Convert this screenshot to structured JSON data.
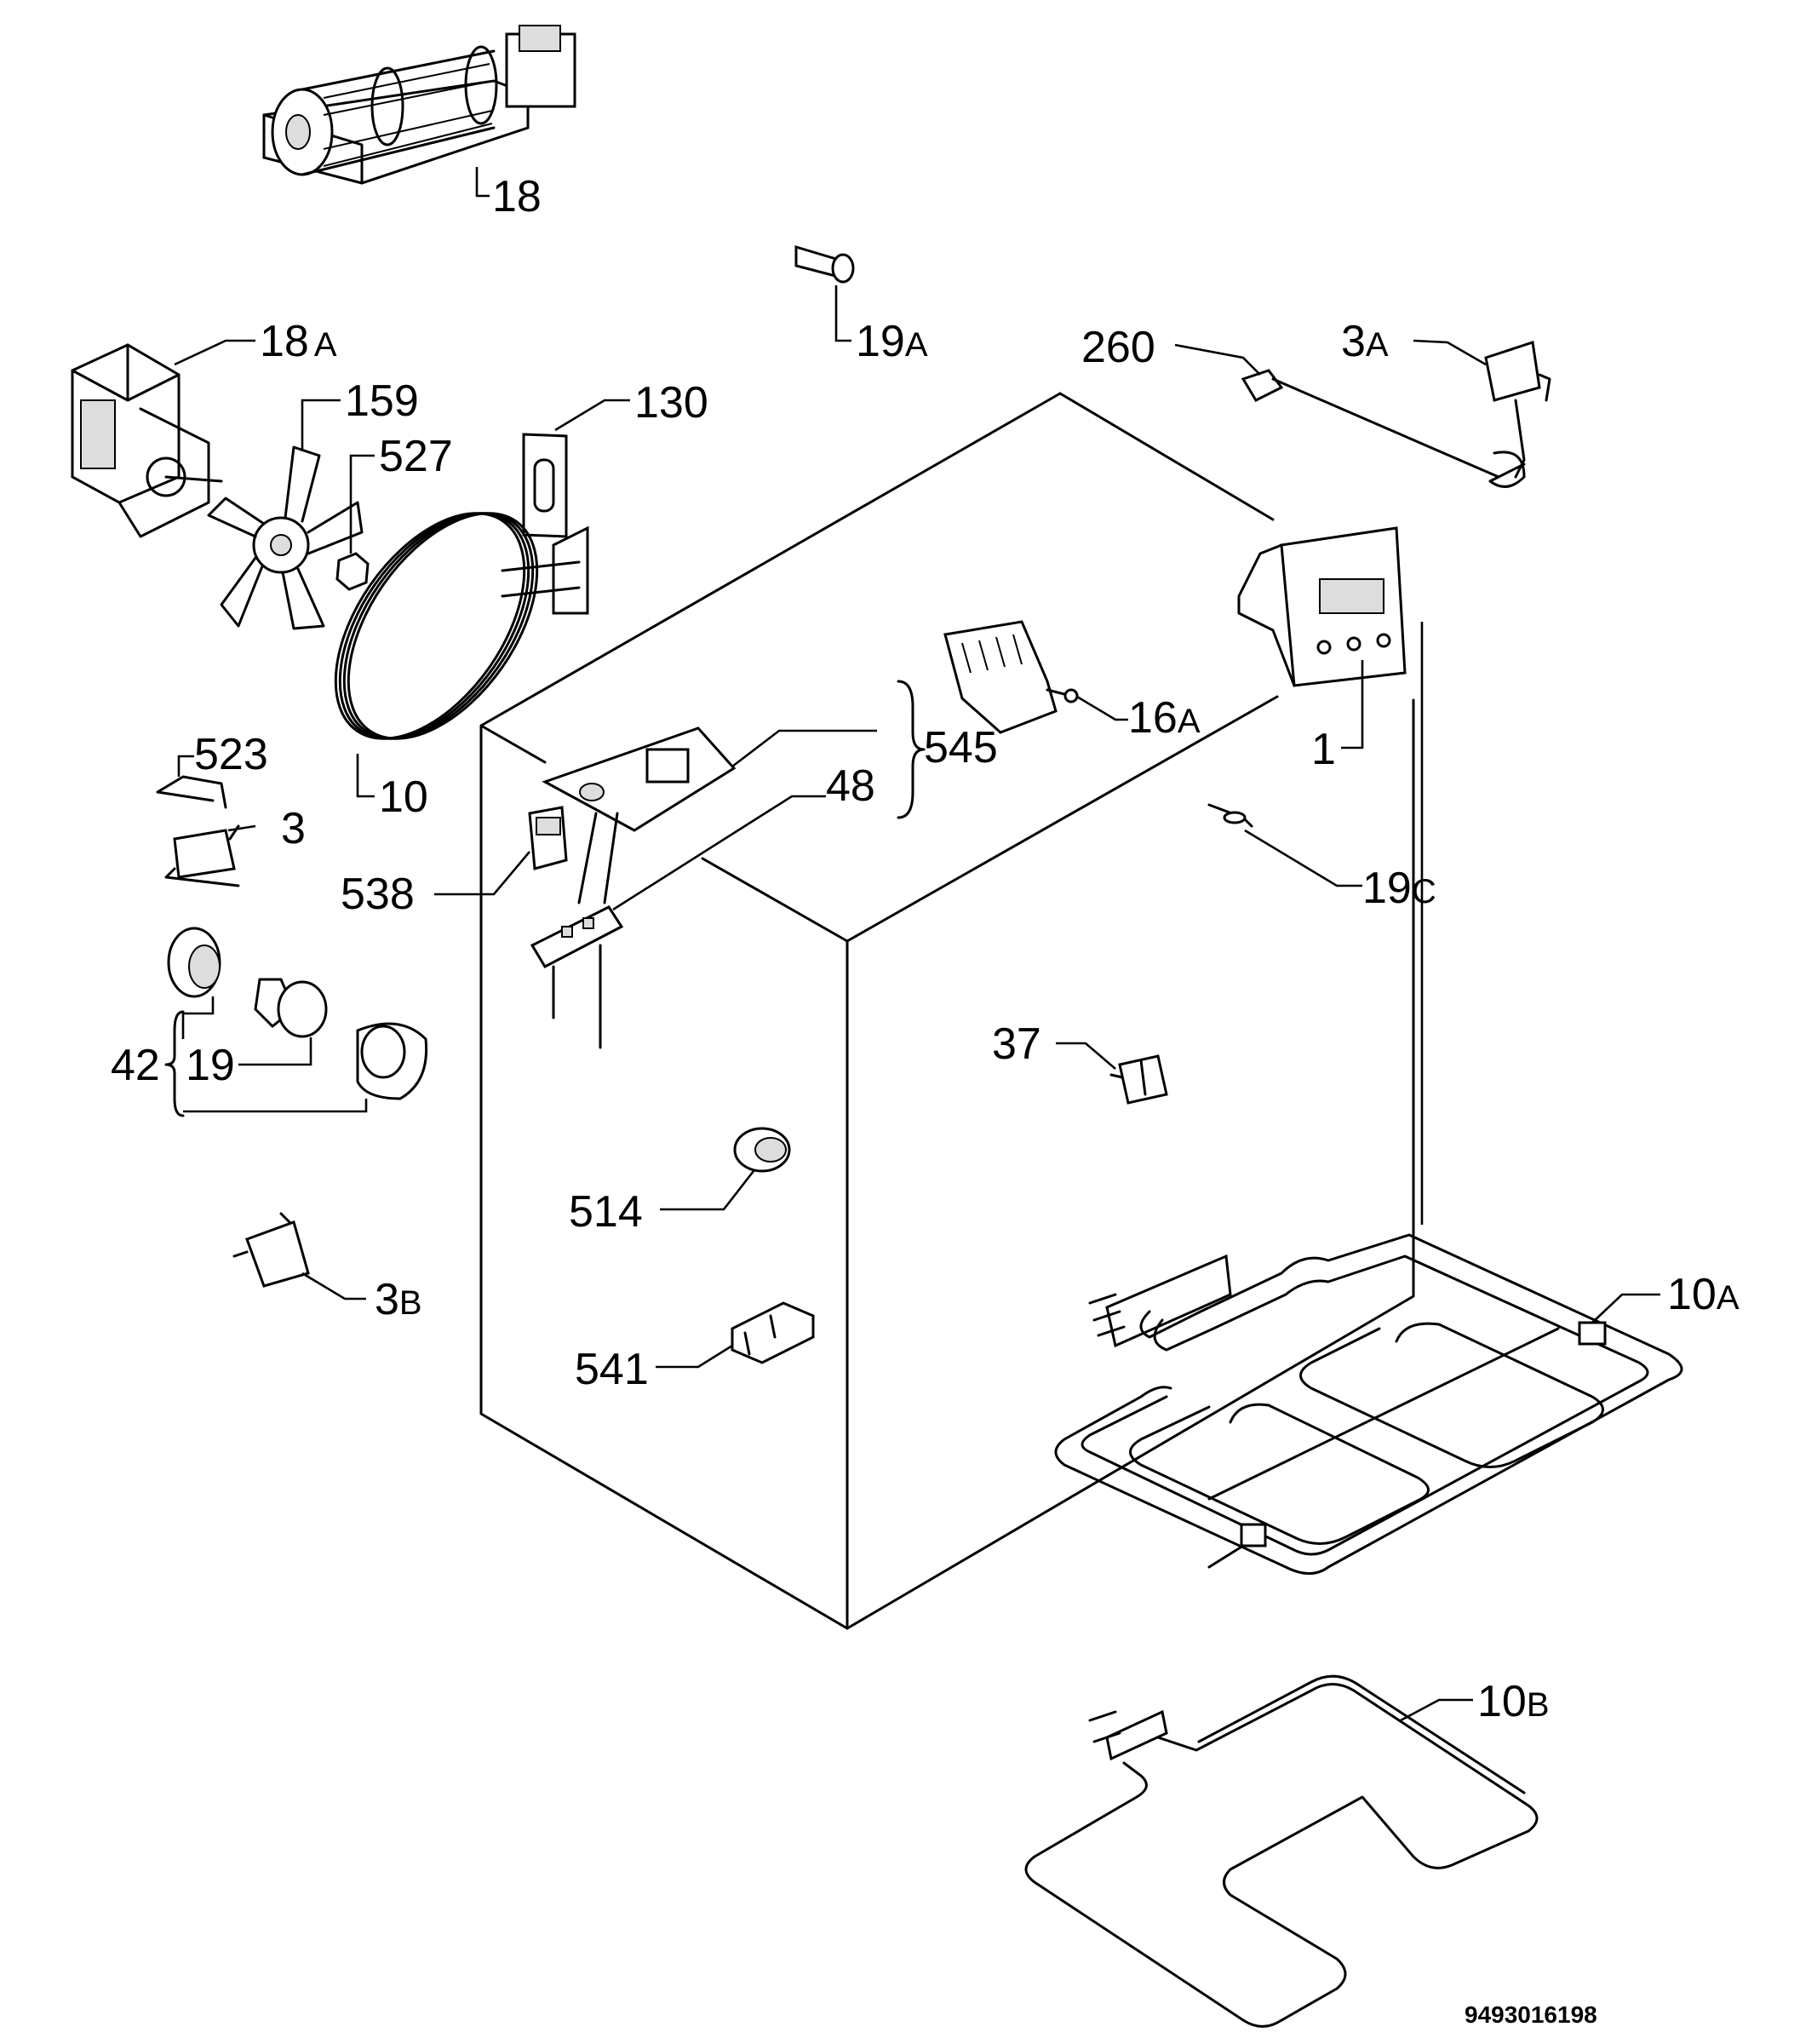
{
  "labels": {
    "p18": {
      "num": "18",
      "suf": ""
    },
    "p19a": {
      "num": "19",
      "suf": "A"
    },
    "p18a": {
      "num": "18",
      "suf": "A"
    },
    "p159": {
      "num": "159",
      "suf": ""
    },
    "p130": {
      "num": "130",
      "suf": ""
    },
    "p527": {
      "num": "527",
      "suf": ""
    },
    "p260": {
      "num": "260",
      "suf": ""
    },
    "p3a": {
      "num": "3",
      "suf": "A"
    },
    "p523": {
      "num": "523",
      "suf": ""
    },
    "p3": {
      "num": "3",
      "suf": ""
    },
    "p10": {
      "num": "10",
      "suf": ""
    },
    "p545": {
      "num": "545",
      "suf": ""
    },
    "p16a": {
      "num": "16",
      "suf": "A"
    },
    "p1": {
      "num": "1",
      "suf": ""
    },
    "p48": {
      "num": "48",
      "suf": ""
    },
    "p538": {
      "num": "538",
      "suf": ""
    },
    "p19c": {
      "num": "19",
      "suf": "C"
    },
    "p42": {
      "num": "42",
      "suf": ""
    },
    "p19": {
      "num": "19",
      "suf": ""
    },
    "p37": {
      "num": "37",
      "suf": ""
    },
    "p514": {
      "num": "514",
      "suf": ""
    },
    "p3b": {
      "num": "3",
      "suf": "B"
    },
    "p10a": {
      "num": "10",
      "suf": "A"
    },
    "p541": {
      "num": "541",
      "suf": ""
    },
    "p10b": {
      "num": "10",
      "suf": "B"
    }
  },
  "drawing_code": "9493016198"
}
